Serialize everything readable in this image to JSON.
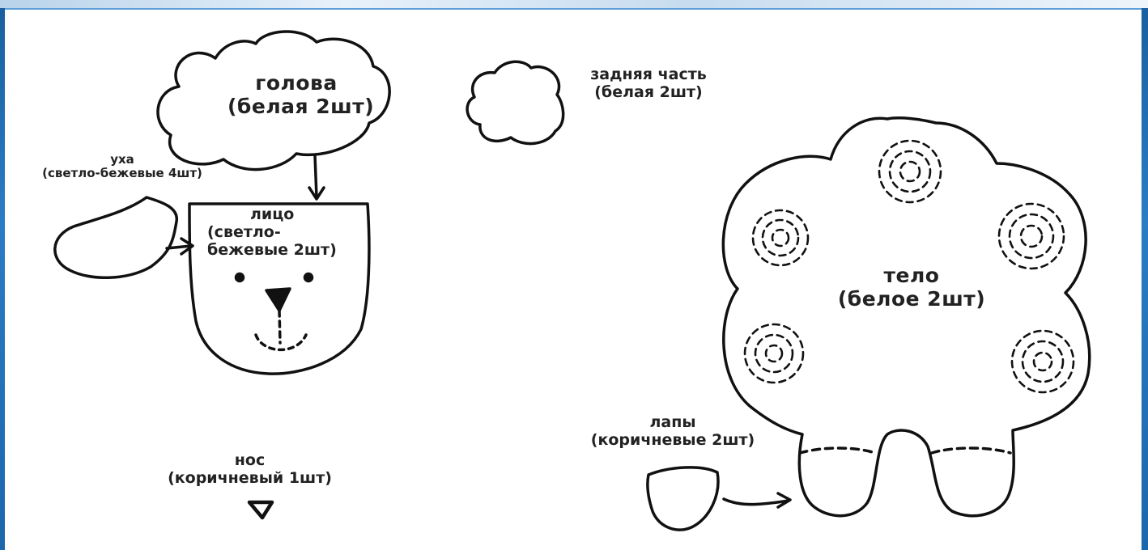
{
  "labels": {
    "head_name": "голова",
    "head_detail": "(белая 2шт)",
    "back_name": "задняя часть",
    "back_detail": "(белая 2шт)",
    "ears_name": "уха",
    "ears_detail": "(светло-бежевые 4шт)",
    "face_line1": "лицо",
    "face_line2": "(светло-",
    "face_line3": "бежевые 2шт)",
    "nose_name": "нос",
    "nose_detail": "(коричневый 1шт)",
    "body_name": "тело",
    "body_detail": "(белое 2шт)",
    "paws_name": "лапы",
    "paws_detail": "(коричневые 2шт)"
  },
  "colors": {
    "frame": "#2a7cc4",
    "stroke": "#111111",
    "paper": "#ffffff"
  }
}
